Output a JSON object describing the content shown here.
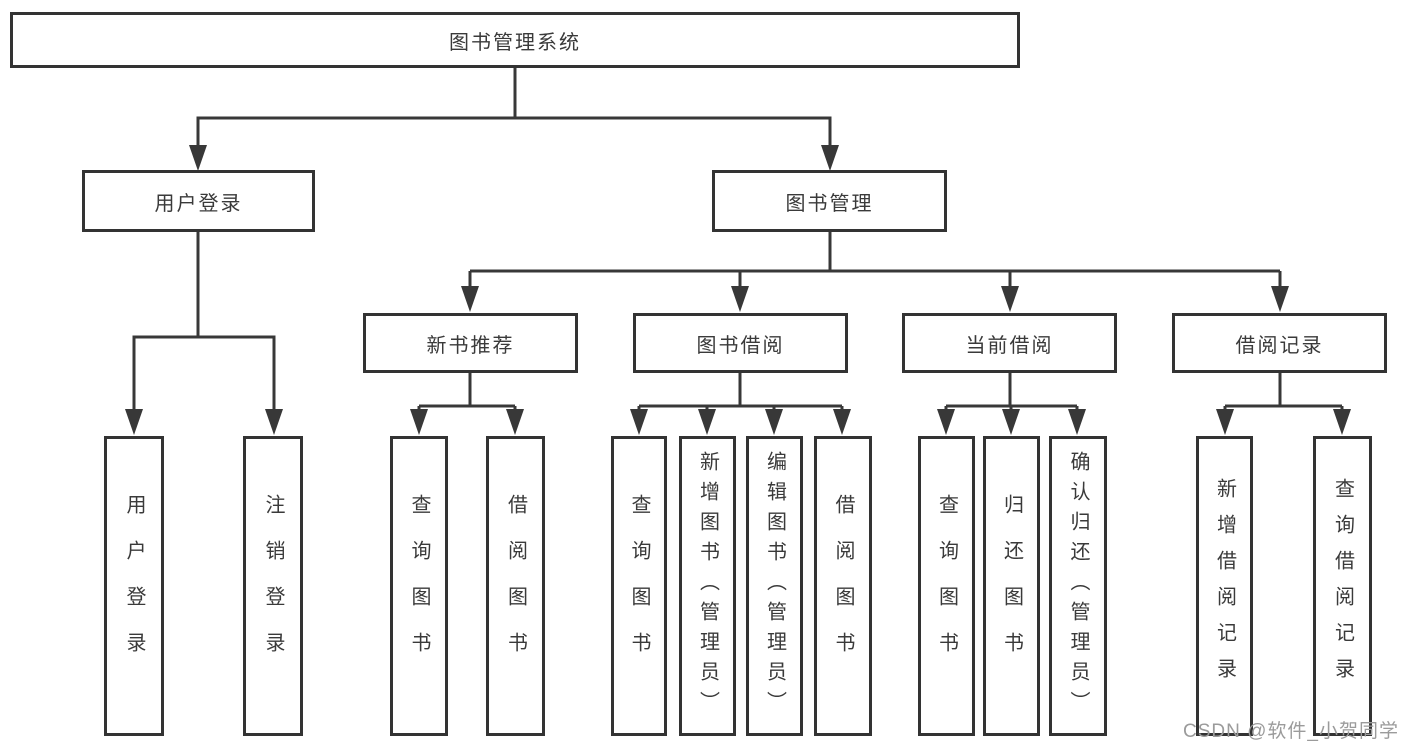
{
  "nodes": {
    "root": {
      "label": "图书管理系统"
    },
    "user_login": {
      "label": "用户登录"
    },
    "book_mgmt": {
      "label": "图书管理"
    },
    "new_book_rec": {
      "label": "新书推荐"
    },
    "book_borrow": {
      "label": "图书借阅"
    },
    "current_borrow": {
      "label": "当前借阅"
    },
    "borrow_records": {
      "label": "借阅记录"
    },
    "leaf_user_login": {
      "label": "用户登录"
    },
    "leaf_logout": {
      "label": "注销登录"
    },
    "leaf_rec_query_book": {
      "label": "查询图书"
    },
    "leaf_rec_borrow_book": {
      "label": "借阅图书"
    },
    "leaf_bb_query_book": {
      "label": "查询图书"
    },
    "leaf_bb_add_book": {
      "label": "新增图书（管理员）"
    },
    "leaf_bb_edit_book": {
      "label": "编辑图书（管理员）"
    },
    "leaf_bb_borrow_book": {
      "label": "借阅图书"
    },
    "leaf_cb_query_book": {
      "label": "查询图书"
    },
    "leaf_cb_return_book": {
      "label": "归还图书"
    },
    "leaf_cb_confirm_return": {
      "label": "确认归还（管理员）"
    },
    "leaf_br_add_record": {
      "label": "新增借阅记录"
    },
    "leaf_br_query_record": {
      "label": "查询借阅记录"
    }
  },
  "watermark": {
    "text": "CSDN @软件_小贺同学"
  },
  "colors": {
    "line": "#383838",
    "border": "#333333",
    "text": "#3a3a3a",
    "watermark": "#9b9b9b",
    "background": "#ffffff"
  }
}
